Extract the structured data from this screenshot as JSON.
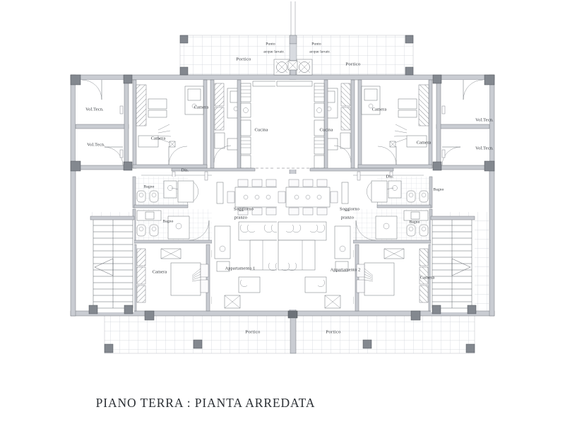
{
  "document": {
    "title": "PIANO TERRA  : PIANTA ARREDATA",
    "type": "architectural-floor-plan",
    "description": "Ground floor furnished plan of a symmetric two-apartment residential building"
  },
  "colors": {
    "wall_fill": "#c9ccd2",
    "wall_stroke": "#6b7077",
    "pillar_fill": "#83888f",
    "pillar_dark": "#6d7279",
    "room_fill": "#ffffff",
    "label_text": "#2f3338",
    "title_text": "#2b2f34",
    "line": "#5d6268",
    "tile_line": "#cdd2d8",
    "background": "#ffffff"
  },
  "labels": {
    "portico_top_left": "Portico",
    "portico_top_right": "Portico",
    "portico_bottom_left": "Portico",
    "portico_bottom_right": "Portico",
    "punto_acque_left_l1": "Punto",
    "punto_acque_left_l2": "acque lavatr.",
    "punto_acque_right_l1": "Punto",
    "punto_acque_right_l2": "acque lavatr.",
    "vol_tecn_tl_1": "Vol.Tecn.",
    "vol_tecn_tl_2": "Vol.Tecn.",
    "vol_tecn_tr_1": "Vol.Tecn.",
    "vol_tecn_tr_2": "Vol.Tecn.",
    "camera_left_top": "Camera",
    "camera_left_mid": "Camera",
    "camera_left_bottom": "Camera",
    "camera_right_top": "Camera",
    "camera_right_mid": "Camera",
    "camera_right_bottom": "Camera",
    "dis_left": "Dis.",
    "dis_right": "Dis.",
    "bagno_left_1": "Bagno",
    "bagno_left_2": "Bagno",
    "bagno_right_1": "Bagno",
    "bagno_right_2": "Bagno",
    "cucina_left": "Cucina",
    "cucina_right": "Cucina",
    "soggiorno_left_l1": "Soggiorno",
    "soggiorno_left_l2": "pranzo",
    "soggiorno_right_l1": "Soggiorno",
    "soggiorno_right_l2": "pranzo",
    "appartamento_1": "Appartamento 1",
    "appartamento_2": "Appartamento 2"
  },
  "rooms": [
    {
      "name": "Portico",
      "count": 4,
      "type": "covered-outdoor",
      "floor": "tiled"
    },
    {
      "name": "Vol.Tecn.",
      "count": 4,
      "type": "technical-volume"
    },
    {
      "name": "Camera",
      "count": 6,
      "type": "bedroom"
    },
    {
      "name": "Bagno",
      "count": 4,
      "type": "bathroom"
    },
    {
      "name": "Dis.",
      "count": 2,
      "type": "hallway"
    },
    {
      "name": "Cucina",
      "count": 2,
      "type": "kitchen"
    },
    {
      "name": "Soggiorno pranzo",
      "count": 2,
      "type": "living-dining"
    }
  ],
  "apartments": [
    {
      "id": 1,
      "label": "Appartamento 1",
      "side": "left"
    },
    {
      "id": 2,
      "label": "Appartamento 2",
      "side": "right"
    }
  ],
  "features": {
    "staircases": 2,
    "symmetry_axis": "vertical-center",
    "entrance_count": 2
  }
}
